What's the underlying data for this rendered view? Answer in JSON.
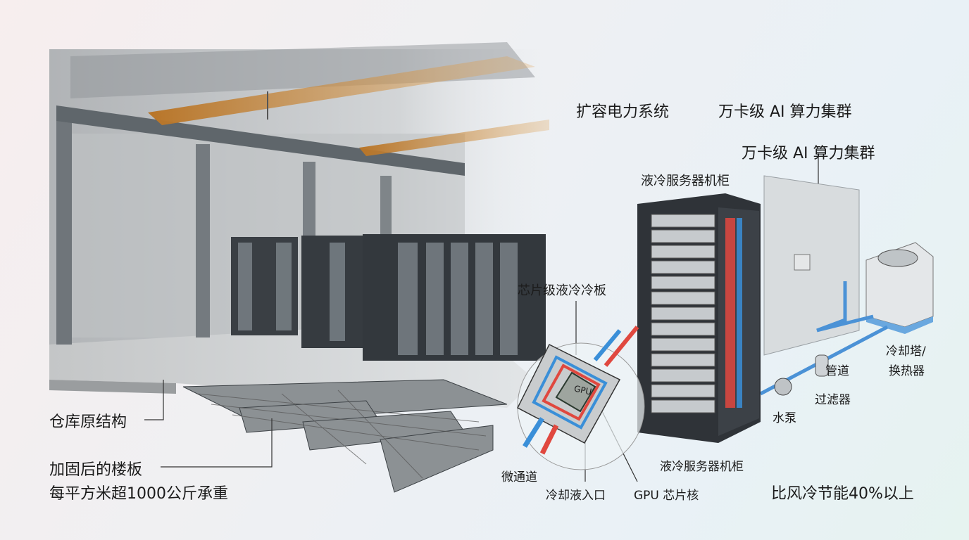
{
  "labels": {
    "power_system": "扩容电力系统",
    "ai_cluster_top": "万卡级 AI 算力集群",
    "ai_cluster": "万卡级 AI 算力集群",
    "rack_top": "液冷服务器机柜",
    "cold_plate": "芯片级液冷冷板",
    "cooling_tower_1": "冷却塔/",
    "cooling_tower_2": "换热器",
    "pipe": "管道",
    "filter": "过滤器",
    "pump": "水泵",
    "rack_bottom": "液冷服务器机柜",
    "micro_channel": "微通道",
    "coolant_inlet": "冷却液入口",
    "gpu_core": "GPU 芯片核",
    "gpu_chip": "GPU",
    "energy_saving": "比风冷节能40%以上",
    "original_structure": "仓库原结构",
    "reinforced_floor": "加固后的楼板",
    "load_capacity": "每平方米超1000公斤承重"
  },
  "colors": {
    "hot": "#e0483f",
    "cold": "#3a8fd8",
    "beam": "#c8802e",
    "rack": "#2f3338"
  }
}
